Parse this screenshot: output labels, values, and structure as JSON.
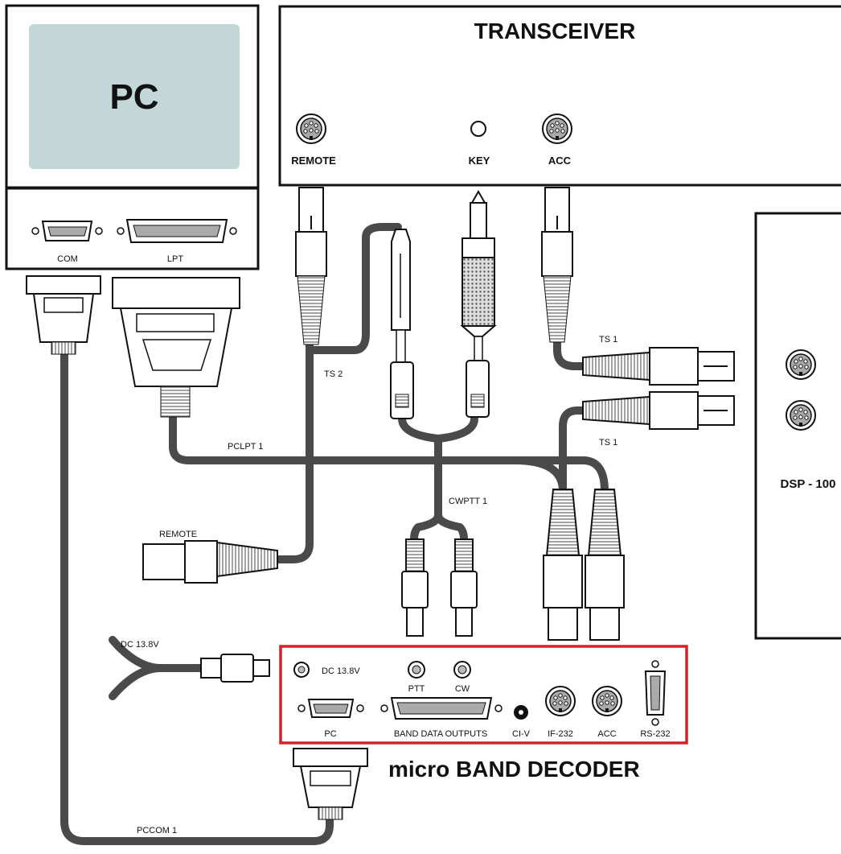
{
  "pc": {
    "title": "PC",
    "ports": {
      "com": "COM",
      "lpt": "LPT"
    }
  },
  "transceiver": {
    "title": "TRANSCEIVER",
    "ports": {
      "remote": "REMOTE",
      "key": "KEY",
      "acc": "ACC"
    }
  },
  "dsp": {
    "title": "DSP - 100"
  },
  "cables": {
    "ts2": "TS 2",
    "ts1_upper": "TS 1",
    "ts1_lower": "TS 1",
    "pclpt1": "PCLPT 1",
    "cwptt1": "CWPTT 1",
    "remote": "REMOTE",
    "dc": "DC 13.8V",
    "pccom1": "PCCOM 1"
  },
  "decoder": {
    "title": "micro BAND DECODER",
    "highlight_color": "#d42027",
    "ports": {
      "dc": "DC 13.8V",
      "ptt": "PTT",
      "cw": "CW",
      "pc": "PC",
      "band_data": "BAND DATA OUTPUTS",
      "civ": "CI-V",
      "if232": "IF-232",
      "acc": "ACC",
      "rs232": "RS-232"
    }
  },
  "colors": {
    "cable": "#4a4a4a",
    "screen": "#c3d6d8",
    "outline": "#111111"
  }
}
